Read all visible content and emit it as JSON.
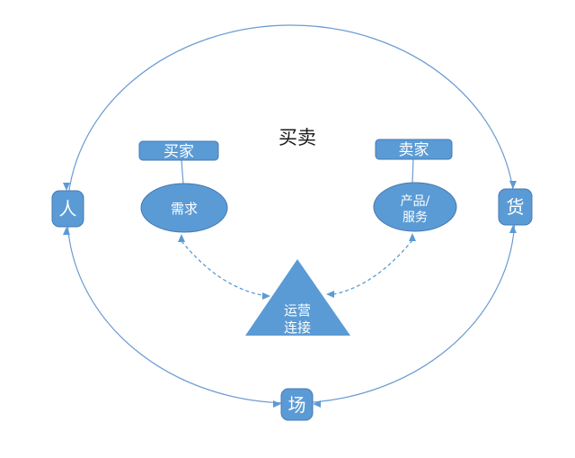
{
  "title": "买卖",
  "colors": {
    "shape_fill": "#5b9bd5",
    "shape_stroke": "#4679b2",
    "line_blue": "#6b9bd2",
    "dashed_blue": "#5b9bd5",
    "label_on_shape": "#ffffff",
    "title_text": "#1a1a1a",
    "background": "#ffffff"
  },
  "nodes": {
    "buyer": {
      "label": "买家"
    },
    "seller": {
      "label": "卖家"
    },
    "demand": {
      "label": "需求"
    },
    "product": {
      "line1": "产品/",
      "line2": "服务"
    },
    "person": {
      "label": "人"
    },
    "goods": {
      "label": "货"
    },
    "venue": {
      "label": "场"
    },
    "operation": {
      "line1": "运营",
      "line2": "连接"
    }
  }
}
